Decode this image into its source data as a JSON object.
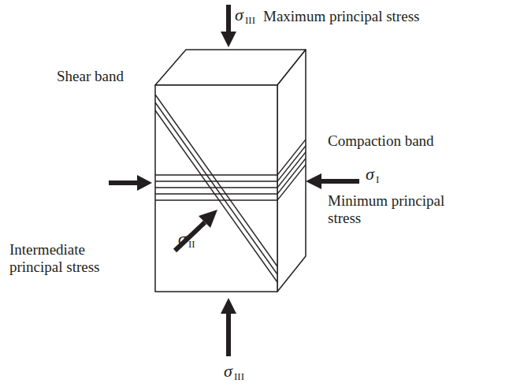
{
  "diagram": {
    "labels": [
      "σ",
      "III",
      "Maximum principal stress",
      "Shear band",
      "Compaction band",
      "σ",
      "I",
      "Minimum principal stress",
      "σ",
      "II",
      "Intermediate principal stress",
      "σ",
      "III"
    ]
  }
}
